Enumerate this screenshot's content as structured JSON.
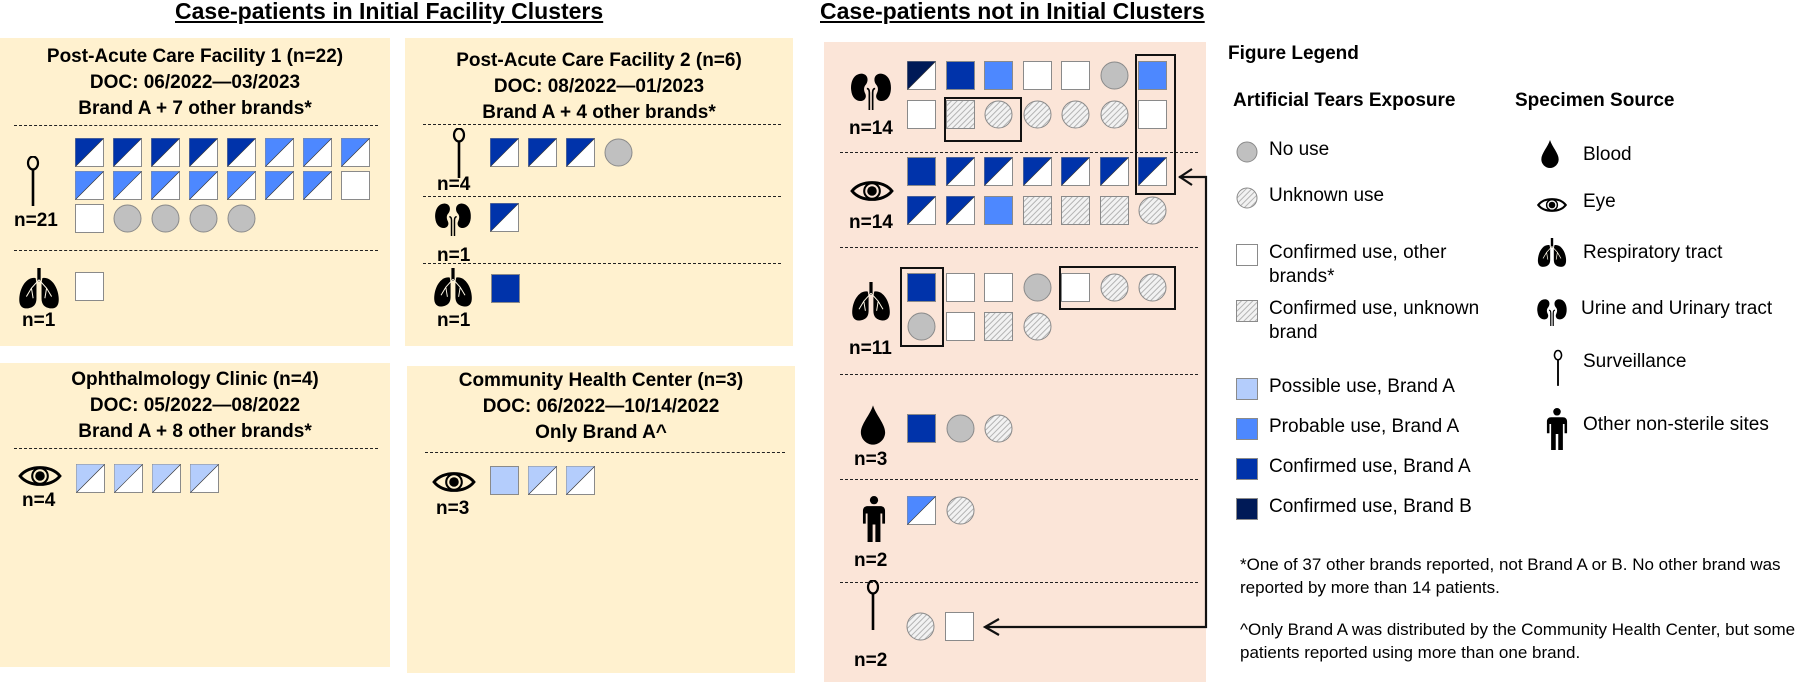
{
  "colors": {
    "panel_yellow": "#fff1cf",
    "panel_pink": "#fbe5d8",
    "no_use": "#c0c0c0",
    "possible_brand_a": "#b4cdfc",
    "probable_brand_a": "#4d88ff",
    "confirmed_brand_a": "#0033aa",
    "confirmed_brand_b": "#001a57",
    "confirmed_other": "#ffffff",
    "hatch": "#bdbdbd"
  },
  "sections": {
    "initial": "Case-patients in Initial Facility Clusters",
    "not_initial": "Case-patients not in Initial Clusters"
  },
  "clusters": [
    {
      "name": "Post-Acute Care Facility 1 (n=22)",
      "doc": "DOC: 06/2022—03/2023",
      "brands": "Brand A + 7 other brands*",
      "groups": [
        {
          "source": "surveillance",
          "n": "n=21",
          "rows": [
            [
              "d-ca",
              "d-ca",
              "d-ca",
              "d-ca",
              "d-ca",
              "d-pb",
              "d-pb",
              "d-pb"
            ],
            [
              "d-pb",
              "d-pb",
              "d-pb",
              "d-pb",
              "d-pb",
              "d-pb",
              "d-pb",
              "co"
            ],
            [
              "co",
              "nu",
              "nu",
              "nu",
              "nu"
            ]
          ]
        },
        {
          "source": "respiratory",
          "n": "n=1",
          "rows": [
            [
              "co"
            ]
          ]
        }
      ]
    },
    {
      "name": "Post-Acute Care Facility 2 (n=6)",
      "doc": "DOC: 08/2022—01/2023",
      "brands": "Brand A + 4 other brands*",
      "groups": [
        {
          "source": "surveillance",
          "n": "n=4",
          "rows": [
            [
              "d-ca",
              "d-ca",
              "d-ca",
              "nu"
            ]
          ]
        },
        {
          "source": "urine",
          "n": "n=1",
          "rows": [
            [
              "d-ca"
            ]
          ]
        },
        {
          "source": "respiratory",
          "n": "n=1",
          "rows": [
            [
              "ca"
            ]
          ]
        }
      ]
    },
    {
      "name": "Ophthalmology Clinic (n=4)",
      "doc": "DOC: 05/2022—08/2022",
      "brands": "Brand A + 8 other brands*",
      "groups": [
        {
          "source": "eye",
          "n": "n=4",
          "rows": [
            [
              "d-pa",
              "d-pa",
              "d-pa",
              "d-pa"
            ]
          ]
        }
      ]
    },
    {
      "name": "Community Health Center (n=3)",
      "doc": "DOC: 06/2022—10/14/2022",
      "brands": "Only Brand A^",
      "groups": [
        {
          "source": "eye",
          "n": "n=3",
          "rows": [
            [
              "pa",
              "d-pa",
              "d-pa"
            ]
          ]
        }
      ]
    }
  ],
  "not_in_clusters": [
    {
      "source": "urine",
      "n": "n=14",
      "rows": [
        [
          "d-cb",
          "ca",
          "pb",
          "co",
          "co",
          "nu",
          "pb"
        ],
        [
          "co",
          "cu",
          "uu",
          "uu",
          "uu",
          "uu",
          "co"
        ]
      ]
    },
    {
      "source": "eye",
      "n": "n=14",
      "rows": [
        [
          "ca",
          "d-ca",
          "d-ca",
          "d-ca",
          "d-ca",
          "d-ca",
          "d-ca"
        ],
        [
          "d-ca",
          "d-ca",
          "pb",
          "cu",
          "cu",
          "cu",
          "uu"
        ]
      ]
    },
    {
      "source": "respiratory",
      "n": "n=11",
      "rows": [
        [
          "ca",
          "co",
          "co",
          "nu",
          "co",
          "uu",
          "uu"
        ],
        [
          "nu",
          "co",
          "cu",
          "uu"
        ]
      ]
    },
    {
      "source": "blood",
      "n": "n=3",
      "rows": [
        [
          "ca",
          "nu",
          "uu"
        ]
      ]
    },
    {
      "source": "other",
      "n": "n=2",
      "rows": [
        [
          "d-pb",
          "uu"
        ]
      ]
    },
    {
      "source": "surveillance",
      "n": "n=2",
      "rows": [
        [
          "uu",
          "co"
        ]
      ]
    }
  ],
  "legend": {
    "title": "Figure Legend",
    "exposure_title": "Artificial Tears Exposure",
    "exposure": [
      {
        "code": "nu",
        "label": "No use"
      },
      {
        "code": "uu",
        "label": "Unknown use"
      },
      {
        "code": "co",
        "label": "Confirmed use, other brands*"
      },
      {
        "code": "cu",
        "label": "Confirmed use, unknown brand"
      },
      {
        "code": "pa",
        "label": "Possible use, Brand A"
      },
      {
        "code": "pb",
        "label": "Probable use, Brand A"
      },
      {
        "code": "ca",
        "label": "Confirmed use, Brand A"
      },
      {
        "code": "cb",
        "label": "Confirmed use, Brand B"
      }
    ],
    "source_title": "Specimen Source",
    "sources": [
      {
        "icon": "blood",
        "label": "Blood"
      },
      {
        "icon": "eye",
        "label": "Eye"
      },
      {
        "icon": "respiratory",
        "label": "Respiratory tract"
      },
      {
        "icon": "urine",
        "label": "Urine and Urinary tract"
      },
      {
        "icon": "surveillance",
        "label": "Surveillance"
      },
      {
        "icon": "other",
        "label": "Other non-sterile sites"
      }
    ]
  },
  "footnotes": {
    "star": "*One of 37 other brands reported, not Brand A or B. No other brand was reported by more than 14 patients.",
    "caret": "^Only Brand A was distributed by the Community Health Center, but some patients reported using more than one brand."
  }
}
